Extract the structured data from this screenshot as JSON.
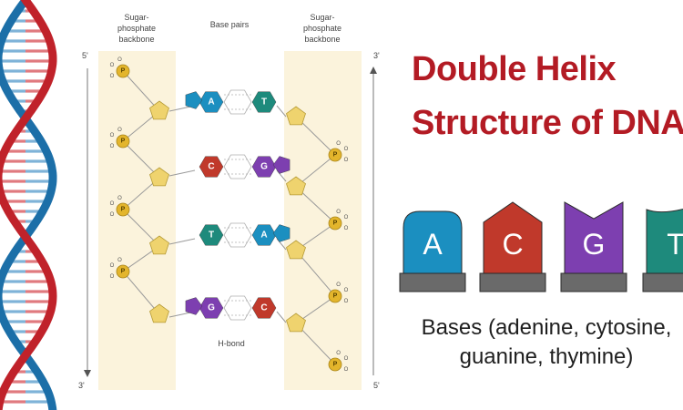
{
  "title": {
    "line1": "Double Helix",
    "line2": "Structure of DNA"
  },
  "diagram": {
    "label_backbone_left": [
      "Sugar-",
      "phosphate",
      "backbone"
    ],
    "label_base_pairs": "Base pairs",
    "label_backbone_right": [
      "Sugar-",
      "phosphate",
      "backbone"
    ],
    "label_hbond": "H-bond",
    "end_left_top": "5'",
    "end_left_bottom": "3'",
    "end_right_top": "3'",
    "end_right_bottom": "5'",
    "phosphate_symbol": "P",
    "oxygen_symbol": "O",
    "pairs": [
      {
        "left": "A",
        "right": "T"
      },
      {
        "left": "C",
        "right": "G"
      },
      {
        "left": "T",
        "right": "A"
      },
      {
        "left": "G",
        "right": "C"
      }
    ]
  },
  "bases": {
    "letters": [
      "A",
      "C",
      "G",
      "T"
    ],
    "caption_line1": "Bases (adenine, cytosine,",
    "caption_line2": "guanine, thymine)"
  },
  "colors": {
    "adenine": "#1b8fc0",
    "thymine": "#1e8a7c",
    "cytosine": "#c0392b",
    "guanine": "#7d3fb0",
    "title": "#b31b24",
    "helix_red": "#c0222a",
    "helix_blue": "#1c6fa8",
    "phosphate": "#e3b52c",
    "sugar": "#efd36e"
  }
}
